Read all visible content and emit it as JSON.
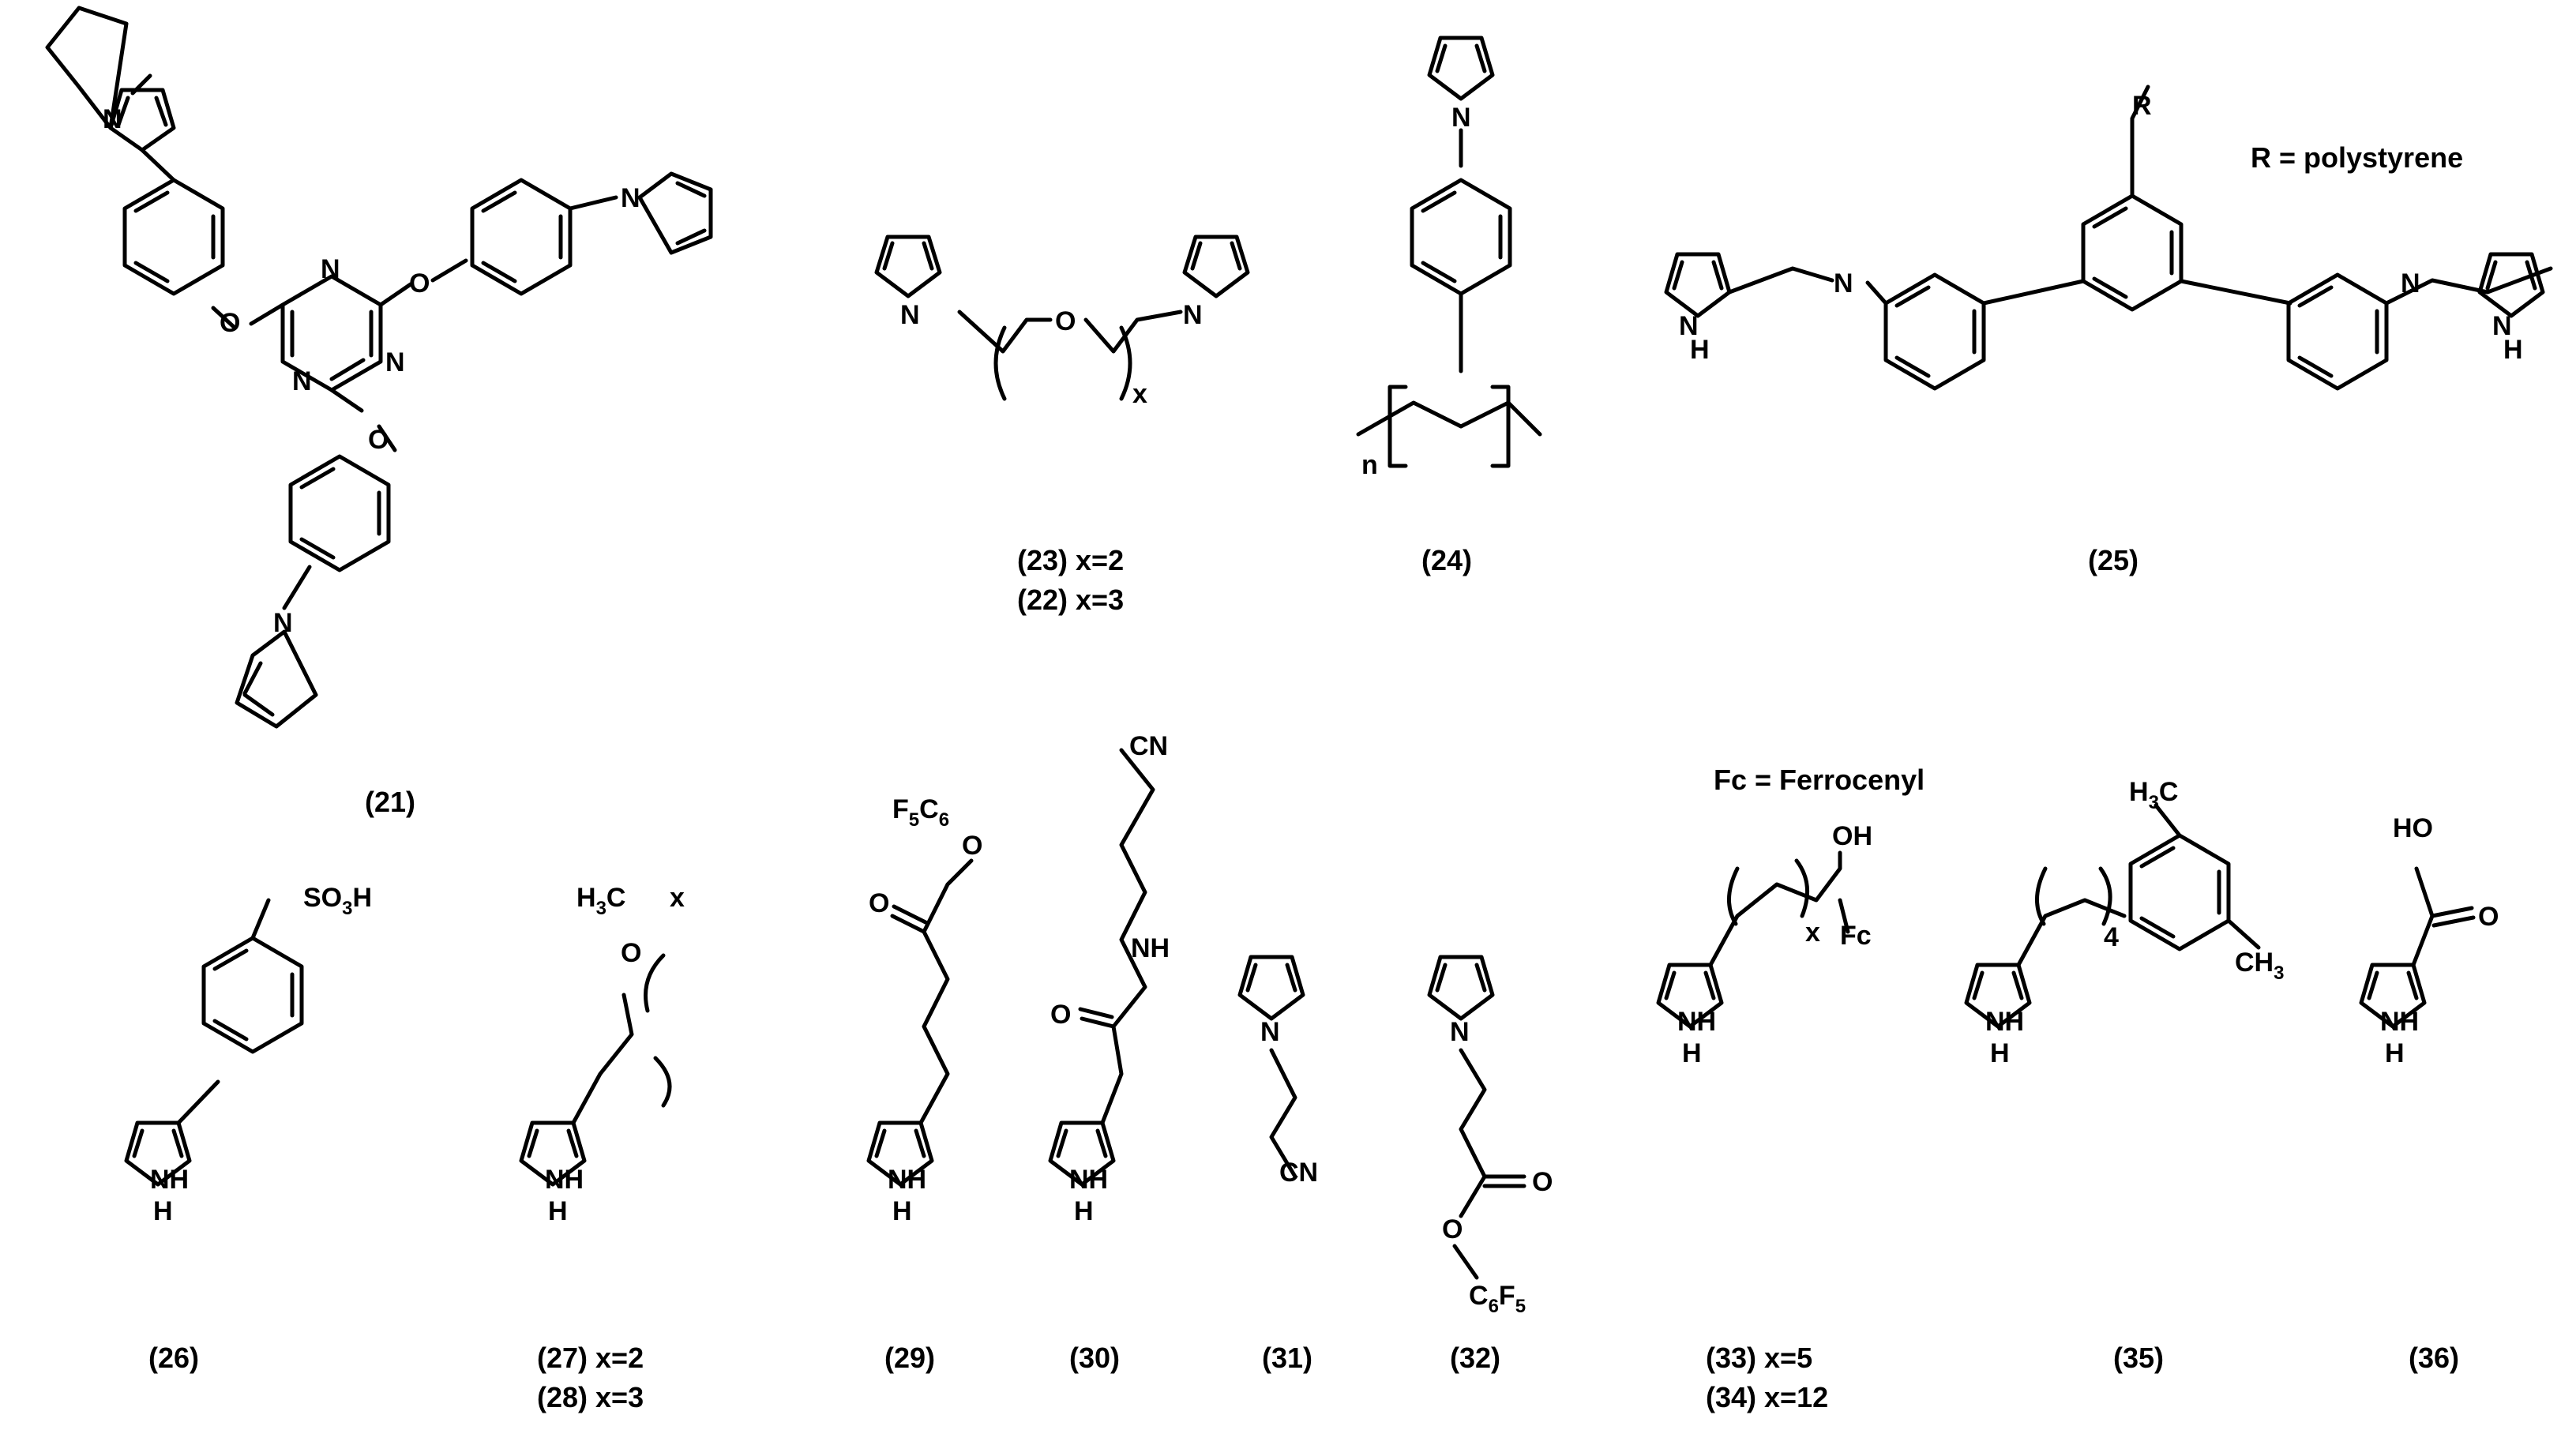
{
  "colors": {
    "ink": "#000000",
    "background": "#ffffff"
  },
  "notes": {
    "r_def": "R = polystyrene",
    "fc_def": "Fc = Ferrocenyl"
  },
  "compounds": {
    "c21": "(21)",
    "c23": "(23) x=2",
    "c22": "(22) x=3",
    "c24": "(24)",
    "c25": "(25)",
    "c26": "(26)",
    "c27": "(27) x=2",
    "c28": "(28) x=3",
    "c29": "(29)",
    "c30": "(30)",
    "c31": "(31)",
    "c32": "(32)",
    "c33": "(33) x=5",
    "c34": "(34) x=12",
    "c35": "(35)",
    "c36": "(36)"
  },
  "atoms": {
    "N": "N",
    "O": "O",
    "H": "H",
    "NH": "NH",
    "R": "R",
    "x": "x",
    "n": "n",
    "num4": "4",
    "CN": "CN",
    "OH": "OH",
    "HO": "HO",
    "Fc": "Fc",
    "SO3H": "SO",
    "SO3H_sub": "3",
    "SO3H_tail": "H",
    "H3C_a": "H",
    "H3C_sub": "3",
    "H3C_tail": "C",
    "CH3_head": "CH",
    "CH3_sub": "3",
    "F5C6_F": "F",
    "F5C6_5": "5",
    "F5C6_C": "C",
    "F5C6_6": "6",
    "C6F5_C": "C",
    "C6F5_6": "6",
    "C6F5_F": "F",
    "C6F5_5": "5"
  }
}
